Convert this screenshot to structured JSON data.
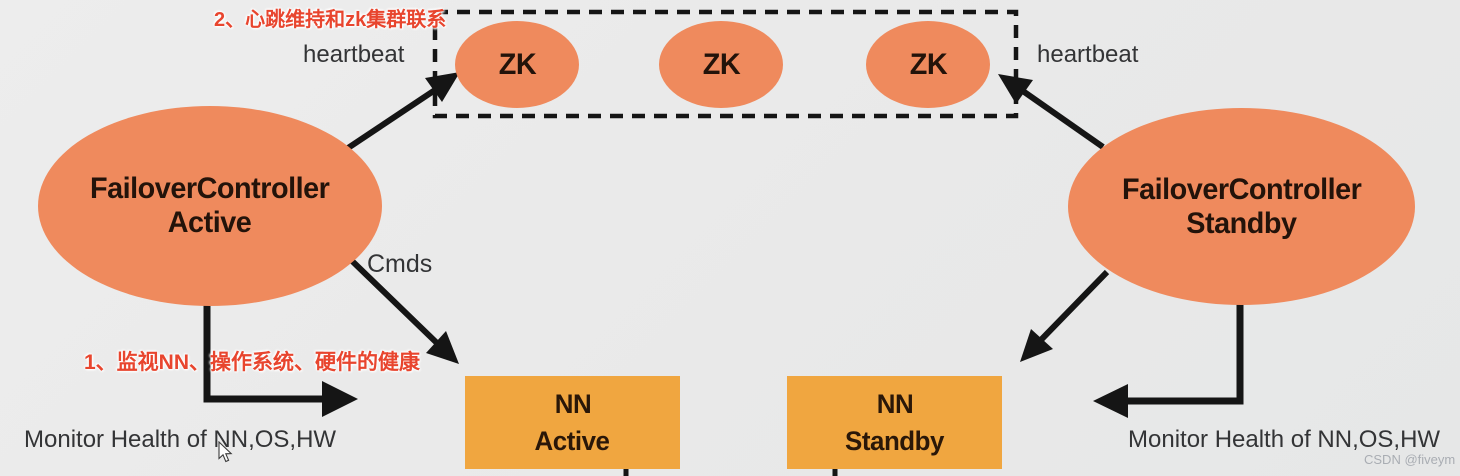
{
  "diagram": {
    "title_context": "Hadoop HA FailoverController / ZooKeeper diagram",
    "colors": {
      "background": "#e9e9e9",
      "node_salmon": "#ef8a5d",
      "node_amber": "#f0a640",
      "annotation_red": "#e8452e",
      "line_black": "#151515",
      "watermark_gray": "#a9adb3"
    },
    "notes": {
      "zk": "2、心跳维持和zk集群联系",
      "monitor": "1、监视NN、操作系统、硬件的健康"
    },
    "labels": {
      "heartbeat_left": "heartbeat",
      "heartbeat_right": "heartbeat",
      "cmds": "Cmds",
      "monitor_left": "Monitor Health of NN,OS,HW",
      "monitor_right": "Monitor Health of NN,OS,HW"
    },
    "nodes": {
      "zk": [
        {
          "label": "ZK"
        },
        {
          "label": "ZK"
        },
        {
          "label": "ZK"
        }
      ],
      "fc_active": {
        "line1": "FailoverController",
        "line2": "Active"
      },
      "fc_standby": {
        "line1": "FailoverController",
        "line2": "Standby"
      },
      "nn_active": {
        "line1": "NN",
        "line2": "Active"
      },
      "nn_standby": {
        "line1": "NN",
        "line2": "Standby"
      }
    },
    "edges": [
      {
        "name": "fc-active-to-zk",
        "label": "heartbeat"
      },
      {
        "name": "fc-standby-to-zk",
        "label": "heartbeat"
      },
      {
        "name": "fc-active-to-nn-active",
        "label": "Cmds"
      },
      {
        "name": "fc-standby-to-nn-standby",
        "label": ""
      },
      {
        "name": "fc-active-monitor",
        "label": "Monitor Health of NN,OS,HW"
      },
      {
        "name": "fc-standby-monitor",
        "label": "Monitor Health of NN,OS,HW"
      }
    ],
    "watermark": {
      "text": "CSDN @fiveym"
    }
  }
}
